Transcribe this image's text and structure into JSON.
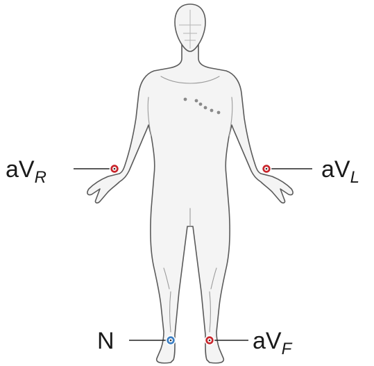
{
  "leads": {
    "avr": {
      "base": "aV",
      "sub": "R"
    },
    "avl": {
      "base": "aV",
      "sub": "L"
    },
    "avf": {
      "base": "aV",
      "sub": "F"
    },
    "n": {
      "base": "N",
      "sub": ""
    }
  },
  "colors": {
    "electrode_limb": "#c8262c",
    "electrode_neutral": "#3b7fc4",
    "body_fill": "#f4f4f4",
    "body_outline": "#5a5a5a",
    "precordial_dots": "#8a8a8a"
  },
  "electrodes": {
    "right_wrist": "electrode_limb",
    "left_wrist": "electrode_limb",
    "left_ankle": "electrode_limb",
    "right_ankle": "electrode_neutral"
  }
}
